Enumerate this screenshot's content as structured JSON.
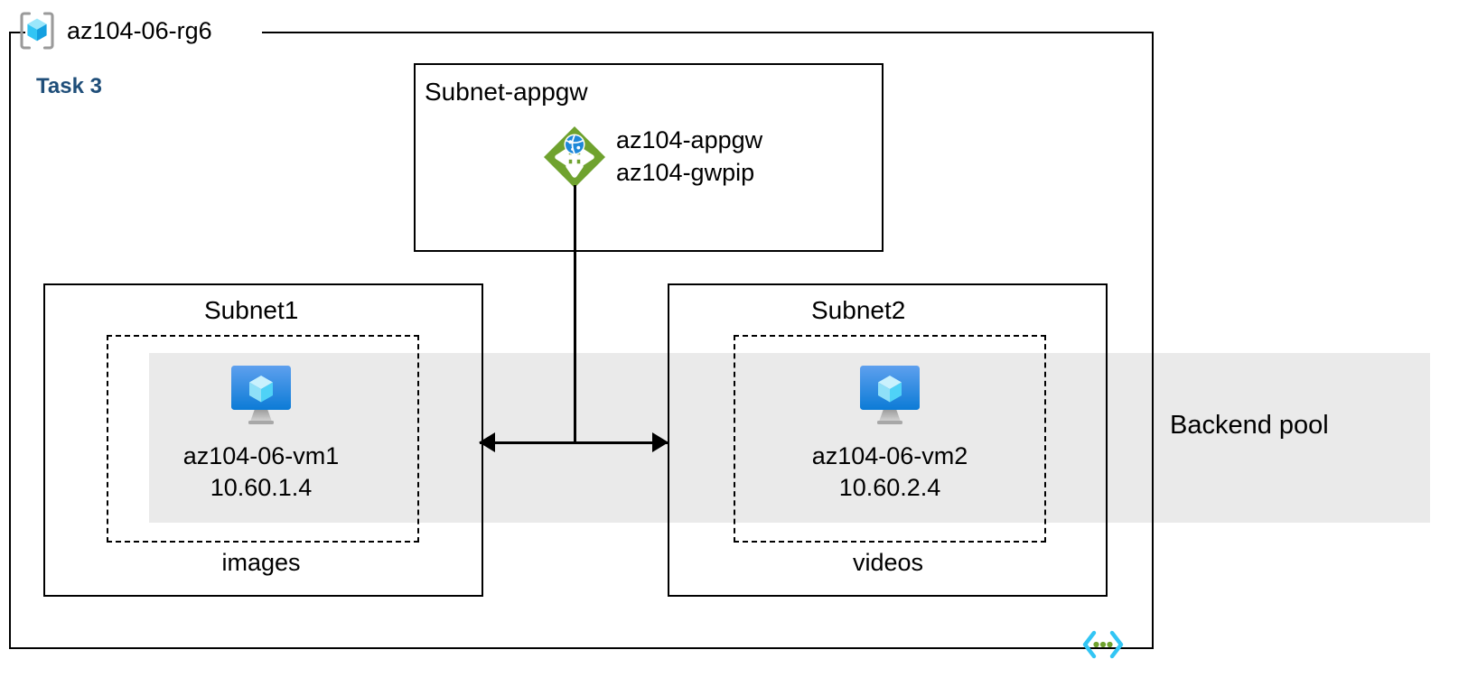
{
  "resource_group": {
    "name": "az104-06-rg6",
    "icon": "resource-group-cube-icon"
  },
  "task": {
    "label": "Task 3",
    "color": "#1F4E79"
  },
  "backend_pool": {
    "label": "Backend pool",
    "band_color": "#EAEAEA"
  },
  "subnets": [
    {
      "title": "Subnet-appgw",
      "resources": [
        {
          "icon": "application-gateway-icon",
          "icon_color": "#6FA22E",
          "lines": [
            "az104-appgw",
            "az104-gwpip"
          ]
        }
      ]
    },
    {
      "title": "Subnet1",
      "storage_label": "images",
      "vm": {
        "icon": "virtual-machine-icon",
        "icon_color": "#0078D4",
        "name": "az104-06-vm1",
        "ip": "10.60.1.4"
      }
    },
    {
      "title": "Subnet2",
      "storage_label": "videos",
      "vm": {
        "icon": "virtual-machine-icon",
        "icon_color": "#0078D4",
        "name": "az104-06-vm2",
        "ip": "10.60.2.4"
      }
    }
  ],
  "footer_icon": {
    "name": "virtual-network-brackets-icon",
    "bracket_color": "#32C5F4",
    "dot_color": "#6FA22E"
  }
}
